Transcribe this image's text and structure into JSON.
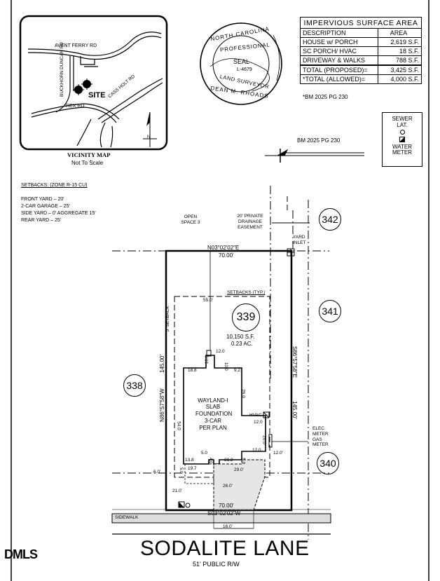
{
  "vicinity_map": {
    "title": "VICINITY MAP",
    "subtitle": "Not To Scale",
    "roads": [
      "AVENT FERRY RD",
      "BUCKHORN DUNCAN RD",
      "REX RD",
      "CASS HOLT RD"
    ],
    "site_label": "SITE",
    "north_label": "N"
  },
  "seal": {
    "top_text": "NORTH CAROLINA",
    "middle": "PROFESSIONAL",
    "seal": "SEAL",
    "license": "L-4679",
    "surveyor": "LAND SURVEYOR",
    "name": "DEAN M. RHOADS"
  },
  "impervious": {
    "title": "IMPERVIOUS SURFACE AREA",
    "headers": [
      "DESCRIPTION",
      "AREA"
    ],
    "rows": [
      [
        "HOUSE w/ PORCH",
        "2,619 S.F."
      ],
      [
        "SC PORCH/ HVAC",
        "18 S.F."
      ],
      [
        "DRIVEWAY & WALKS",
        "788 S.F."
      ]
    ],
    "totals": [
      [
        "TOTAL (PROPOSED)=",
        "3,425 S.F."
      ],
      [
        "*TOTAL (ALLOWED)=",
        "4,000 S.F."
      ]
    ],
    "note": "*BM 2025 PG 230"
  },
  "legend": {
    "sewer": "SEWER LAT.",
    "water": "WATER METER"
  },
  "north_arrow_ref": "BM 2025 PG 230",
  "setbacks": {
    "title": "SETBACKS: (ZONE R-15 CU)",
    "items": [
      "FRONT YARD – 20'",
      "2-CAR GARAGE – 25'",
      "SIDE YARD – 0' AGGREGATE 15'",
      "REAR YARD – 25'"
    ]
  },
  "labels": {
    "open_space": "OPEN SPACE 3",
    "drainage": "20' PRIVATE DRAINAGE EASEMENT",
    "yard_inlet": "YARD INLET",
    "north_bearing": "N03°02'02\"E",
    "north_dist": "70.00'",
    "setbacks_typ": "SETBACKS (TYP.)",
    "rear_setback": "55.0'",
    "side_setback": "5' SETBACK",
    "lot_area_sf": "10,150 S.F.",
    "lot_area_ac": "0.23 AC.",
    "left_bearing": "N86°57'58\"W",
    "left_dist": "145.00'",
    "right_bearing": "S86°57'58\"E",
    "right_dist": "145.00'",
    "house": [
      "WAYLAND-I",
      "SLAB",
      "FOUNDATION",
      "3-CAR",
      "PER PLAN"
    ],
    "hvac": "HVAC",
    "elec": [
      "ELEC.",
      "METER",
      "GAS",
      "METER"
    ],
    "south_bearing": "S03°02'02\"W",
    "south_dist": "70.00'",
    "sidewalk": "SIDEWALK",
    "dims": [
      "12.0",
      "10.0",
      "10.0",
      "18.8",
      "9.2",
      "29.0",
      "54.0",
      "12.0",
      "20.0",
      "12.0",
      "12.0'",
      "5.0",
      "5.0",
      "13.8",
      "4.0",
      "21.2",
      "19.7",
      "5.0",
      "29.0'",
      "26.0'",
      "6.0'",
      "21.0'",
      "16.0'"
    ]
  },
  "lots": {
    "main": "339",
    "left": "338",
    "right_top": "342",
    "right_mid": "341",
    "right_bottom": "340"
  },
  "street": {
    "name": "SODALITE LANE",
    "row": "51' PUBLIC R/W"
  },
  "watermark": "DMLS"
}
